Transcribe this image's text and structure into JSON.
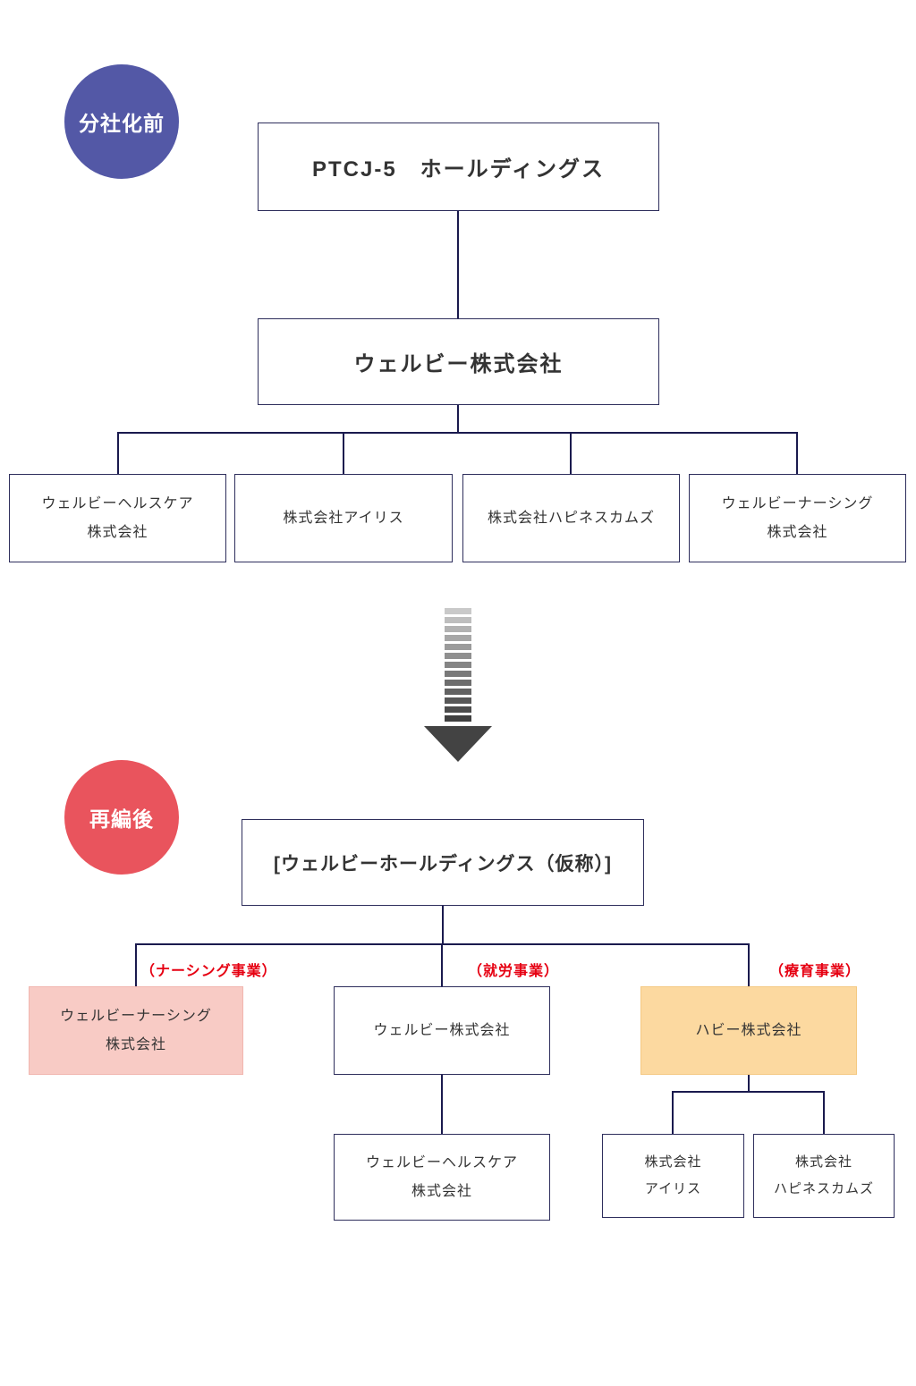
{
  "before": {
    "badge": "分社化前",
    "root": "PTCJ-5　ホールディングス",
    "parent": "ウェルビー株式会社",
    "children": [
      {
        "lines": [
          "ウェルビーヘルスケア",
          "株式会社"
        ]
      },
      {
        "lines": [
          "株式会社アイリス"
        ]
      },
      {
        "lines": [
          "株式会社ハピネスカムズ"
        ]
      },
      {
        "lines": [
          "ウェルビーナーシング",
          "株式会社"
        ]
      }
    ]
  },
  "after": {
    "badge": "再編後",
    "root": "[ウェルビーホールディングス（仮称）]",
    "branches": [
      {
        "label": "（ナーシング事業）",
        "lines": [
          "ウェルビーナーシング",
          "株式会社"
        ]
      },
      {
        "label": "（就労事業）",
        "lines": [
          "ウェルビー株式会社"
        ]
      },
      {
        "label": "（療育事業）",
        "lines": [
          "ハビー株式会社"
        ]
      }
    ],
    "employment_child": {
      "lines": [
        "ウェルビーヘルスケア",
        "株式会社"
      ]
    },
    "care_children": [
      {
        "lines": [
          "株式会社",
          "アイリス"
        ]
      },
      {
        "lines": [
          "株式会社",
          "ハピネスカムズ"
        ]
      }
    ]
  },
  "colors": {
    "badge_before": "#5358a6",
    "badge_after": "#e9545d",
    "connector": "#1a1a4e",
    "box_border": "#2e2e5c",
    "business_label_text": "#e60012",
    "nursing_box_fill": "#f8cbc5",
    "care_box_fill": "#fcd9a0"
  }
}
